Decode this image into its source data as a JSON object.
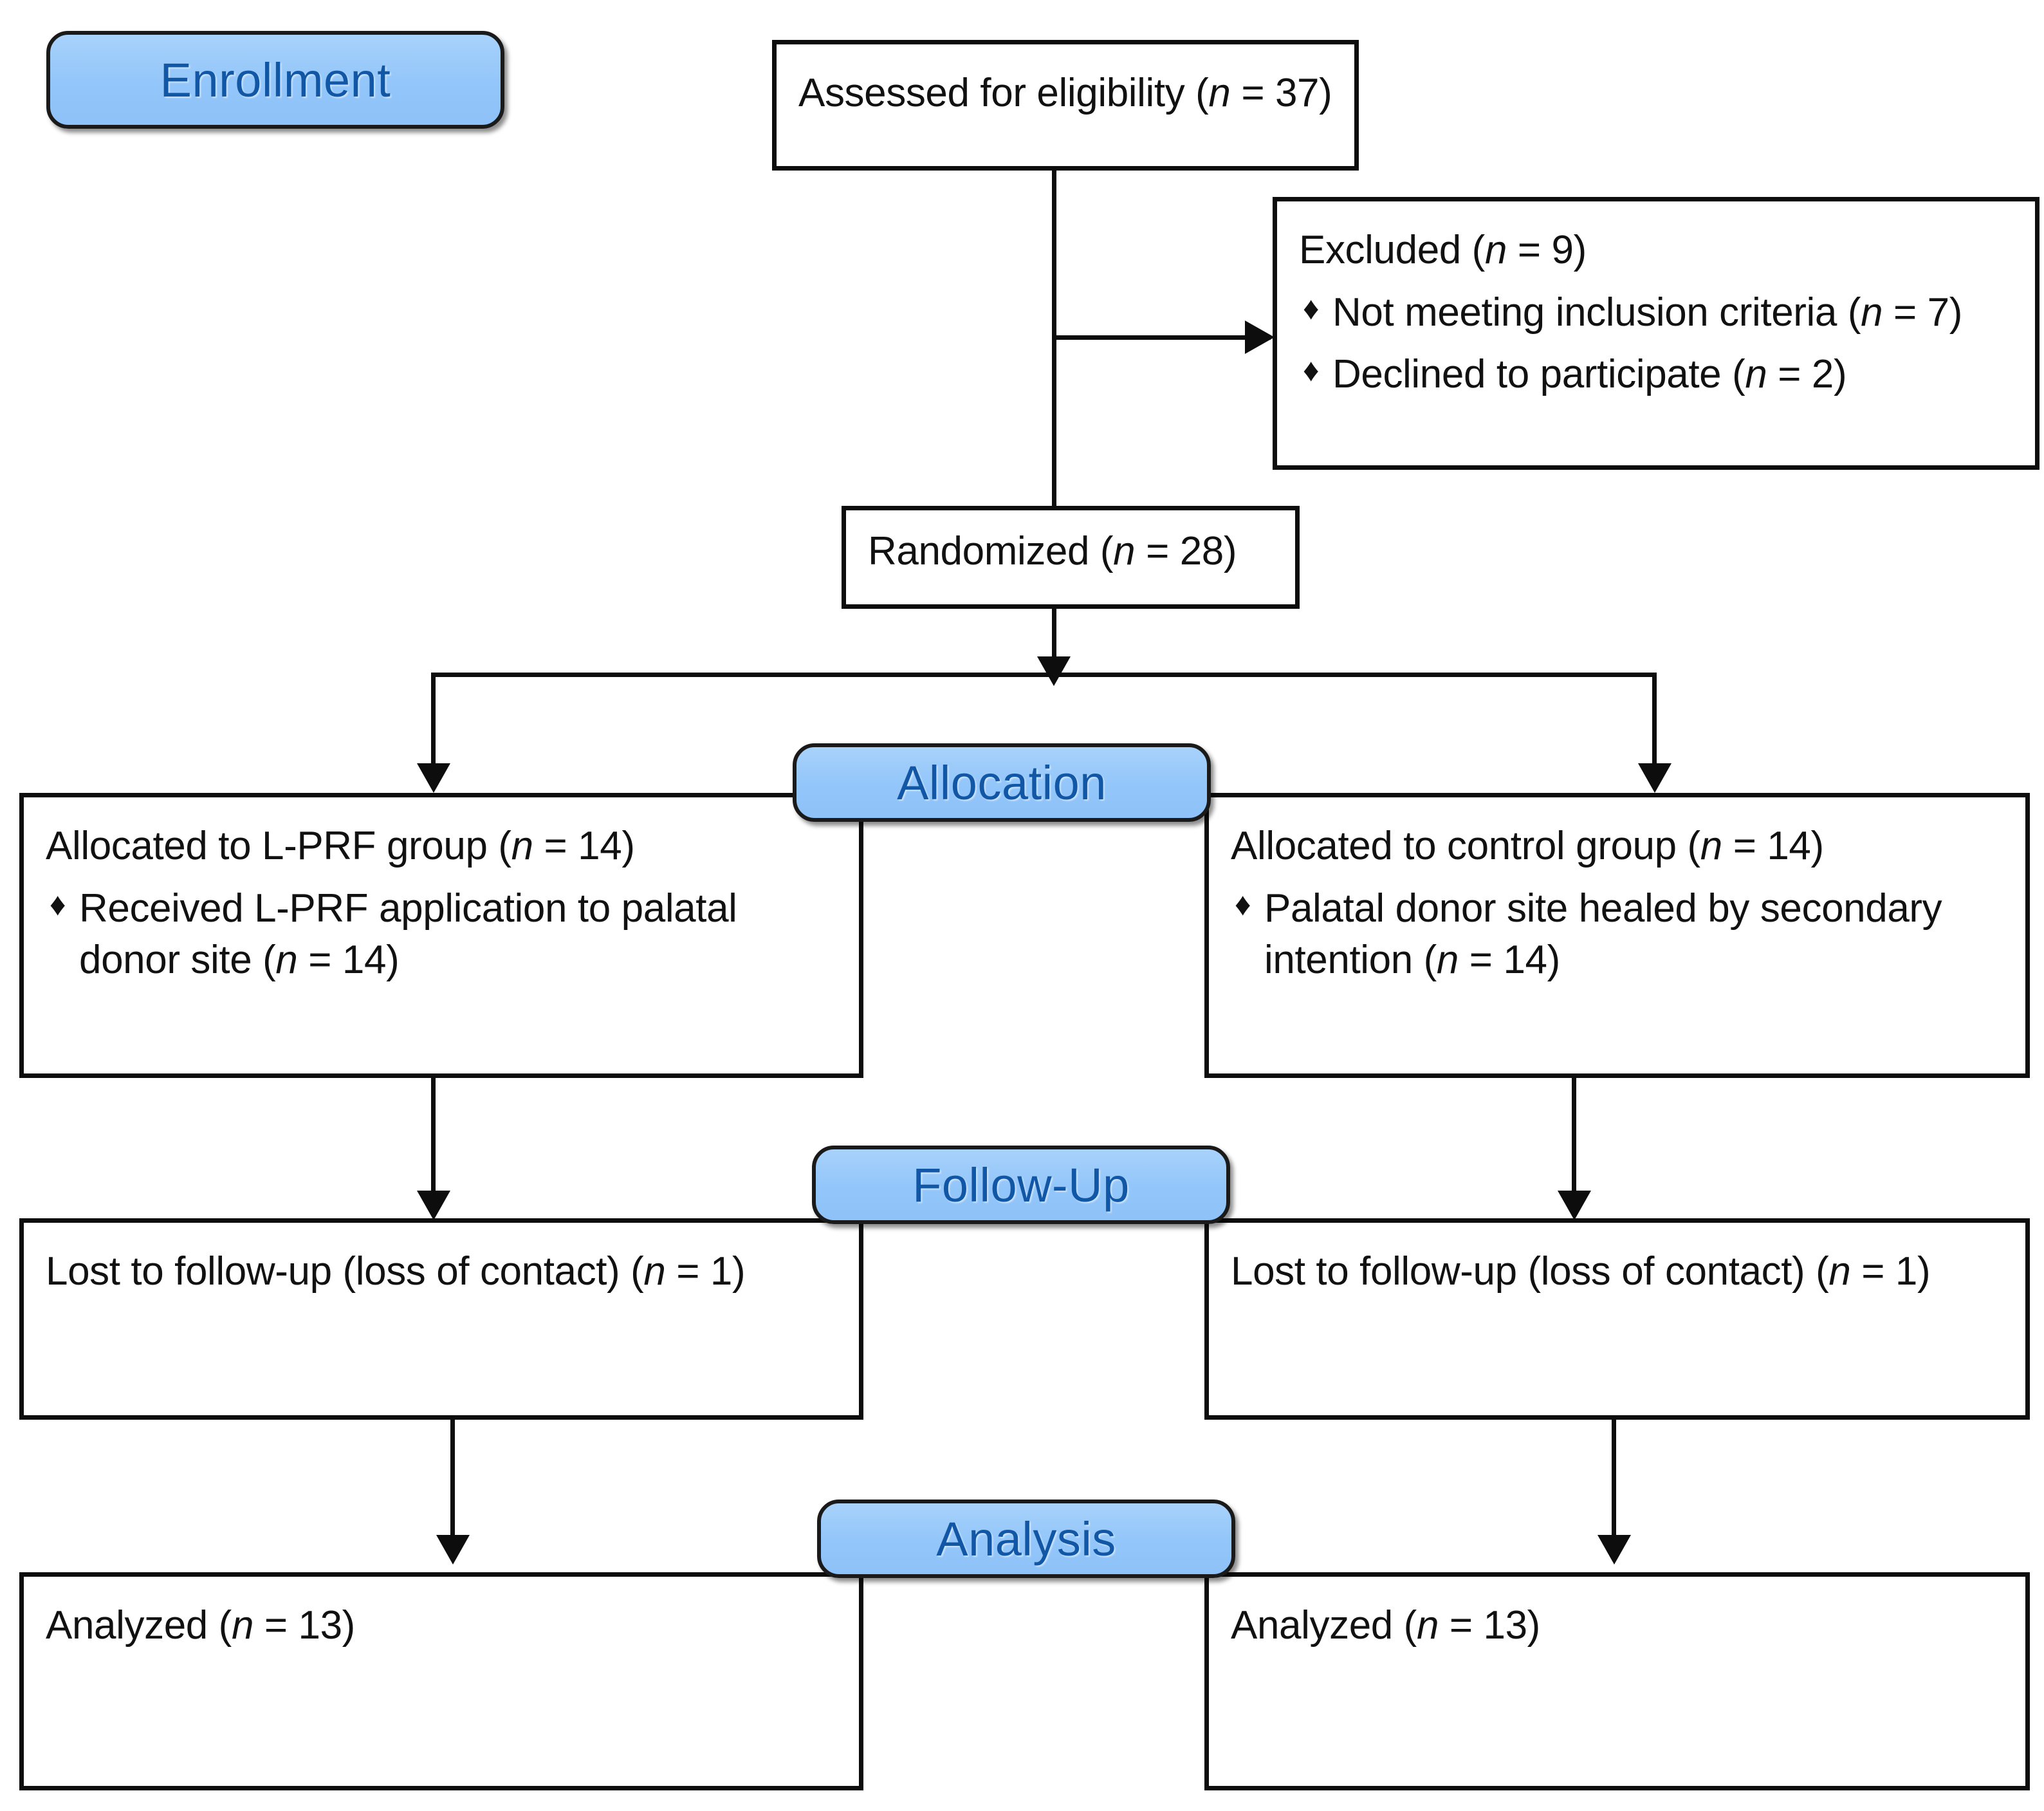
{
  "diagram": {
    "title": "CONSORT participant flow diagram",
    "accent_badge_fill": "#93c6fa",
    "accent_badge_text": "#1257a5",
    "box_border_color": "#0d0d0d",
    "page_background": "#ffffff"
  },
  "stages": {
    "enrollment": "Enrollment",
    "allocation": "Allocation",
    "followup": "Follow-Up",
    "analysis": "Analysis"
  },
  "nodes": {
    "assessed": {
      "text": "Assessed for eligibility (",
      "n_symbol": "n",
      "n_value": " = 37)"
    },
    "excluded": {
      "heading": "Excluded (",
      "heading_n": "n",
      "heading_value": " = 9)",
      "bullet_marker": "♦",
      "items": [
        {
          "text": "Not meeting inclusion criteria (",
          "n_symbol": "n",
          "n_value": " = 7)"
        },
        {
          "text": "Declined to participate (",
          "n_symbol": "n",
          "n_value": " = 2)"
        }
      ]
    },
    "randomized": {
      "text": "Randomized (",
      "n_symbol": "n",
      "n_value": " = 28)"
    },
    "alloc_left": {
      "heading": "Allocated to L-PRF group (",
      "heading_n": "n",
      "heading_value": " = 14)",
      "bullet_marker": "♦",
      "bullet_text": "Received L-PRF application to palatal donor site (",
      "bullet_n": "n",
      "bullet_value": " = 14)"
    },
    "alloc_right": {
      "heading": "Allocated to control group (",
      "heading_n": "n",
      "heading_value": " = 14)",
      "bullet_marker": "♦",
      "bullet_text": "Palatal donor site healed by secondary intention (",
      "bullet_n": "n",
      "bullet_value": " = 14)"
    },
    "followup_left": {
      "text": "Lost to follow-up (loss of contact) (",
      "n_symbol": "n",
      "n_value": " = 1)"
    },
    "followup_right": {
      "text": "Lost to follow-up (loss of contact) (",
      "n_symbol": "n",
      "n_value": " = 1)"
    },
    "analyzed_left": {
      "text": "Analyzed (",
      "n_symbol": "n",
      "n_value": " = 13)"
    },
    "analyzed_right": {
      "text": "Analyzed (",
      "n_symbol": "n",
      "n_value": " = 13)"
    }
  },
  "chart_data": {
    "type": "flow-diagram",
    "title": "CONSORT flow diagram",
    "nodes": [
      {
        "id": "assessed",
        "label": "Assessed for eligibility",
        "n": 37,
        "stage": "Enrollment"
      },
      {
        "id": "excluded",
        "label": "Excluded",
        "n": 9,
        "stage": "Enrollment"
      },
      {
        "id": "excl_criteria",
        "label": "Not meeting inclusion criteria",
        "n": 7,
        "stage": "Enrollment"
      },
      {
        "id": "excl_declined",
        "label": "Declined to participate",
        "n": 2,
        "stage": "Enrollment"
      },
      {
        "id": "randomized",
        "label": "Randomized",
        "n": 28,
        "stage": "Enrollment"
      },
      {
        "id": "alloc_lprf",
        "label": "Allocated to L-PRF group",
        "n": 14,
        "stage": "Allocation"
      },
      {
        "id": "lprf_received",
        "label": "Received L-PRF application to palatal donor site",
        "n": 14,
        "stage": "Allocation"
      },
      {
        "id": "alloc_control",
        "label": "Allocated to control group",
        "n": 14,
        "stage": "Allocation"
      },
      {
        "id": "ctrl_secondary",
        "label": "Palatal donor site healed by secondary intention",
        "n": 14,
        "stage": "Allocation"
      },
      {
        "id": "lost_left",
        "label": "Lost to follow-up (loss of contact)",
        "n": 1,
        "stage": "Follow-Up"
      },
      {
        "id": "lost_right",
        "label": "Lost to follow-up (loss of contact)",
        "n": 1,
        "stage": "Follow-Up"
      },
      {
        "id": "analyzed_left",
        "label": "Analyzed",
        "n": 13,
        "stage": "Analysis"
      },
      {
        "id": "analyzed_right",
        "label": "Analyzed",
        "n": 13,
        "stage": "Analysis"
      }
    ],
    "edges": [
      {
        "from": "assessed",
        "to": "excluded"
      },
      {
        "from": "assessed",
        "to": "randomized"
      },
      {
        "from": "randomized",
        "to": "alloc_lprf"
      },
      {
        "from": "randomized",
        "to": "alloc_control"
      },
      {
        "from": "alloc_lprf",
        "to": "lost_left"
      },
      {
        "from": "alloc_control",
        "to": "lost_right"
      },
      {
        "from": "lost_left",
        "to": "analyzed_left"
      },
      {
        "from": "lost_right",
        "to": "analyzed_right"
      }
    ]
  }
}
